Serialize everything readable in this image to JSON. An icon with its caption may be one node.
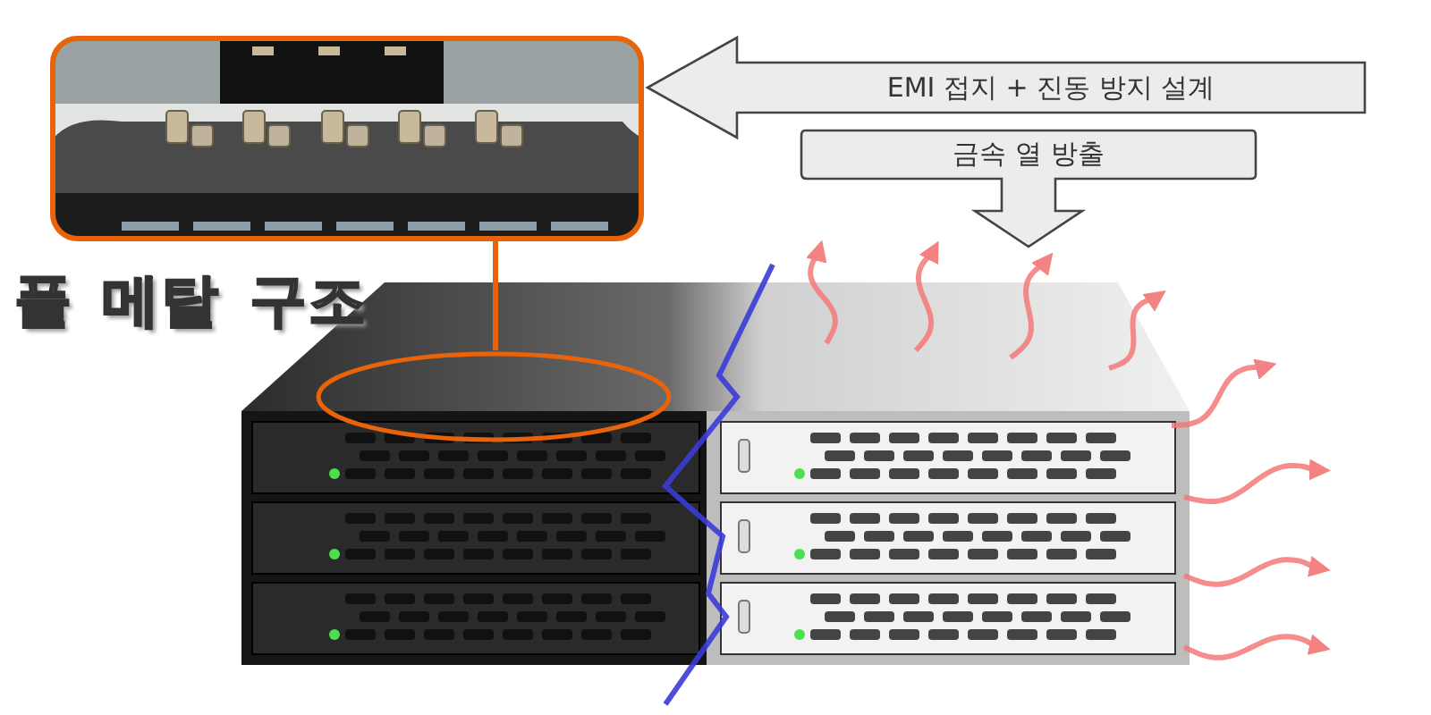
{
  "diagram": {
    "nodes": [
      {
        "text": [],
        "shape": "picture"
      },
      {
        "text": [
          "금속 열 방출"
        ]
      },
      {
        "text": [],
        "shape": "picture"
      },
      {
        "text": [],
        "shape": "circle",
        "in": 2
      }
    ],
    "edges": [
      {
        "from": 0,
        "to": 3,
        "arrow": "none"
      },
      {
        "from": null,
        "to": 0,
        "arrow": "to",
        "label": "EMI 접지 + 진동 방지 설계"
      }
    ],
    "labels": [
      "풀 메탈 구조"
    ]
  }
}
